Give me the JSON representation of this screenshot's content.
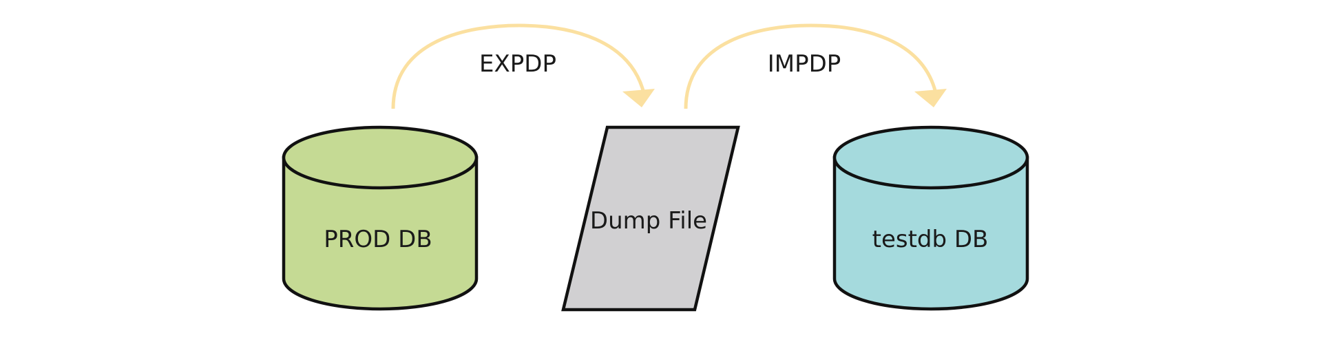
{
  "nodes": {
    "prod_db": {
      "label": "PROD DB",
      "fill": "#c5da94"
    },
    "dump_file": {
      "label": "Dump File",
      "fill": "#d1d0d2"
    },
    "testdb_db": {
      "label": "testdb DB",
      "fill": "#a5dadd"
    }
  },
  "edges": {
    "export": {
      "label": "EXPDP"
    },
    "import": {
      "label": "IMPDP"
    }
  },
  "colors": {
    "arrow": "#fbe0a0",
    "outline": "#111111"
  }
}
